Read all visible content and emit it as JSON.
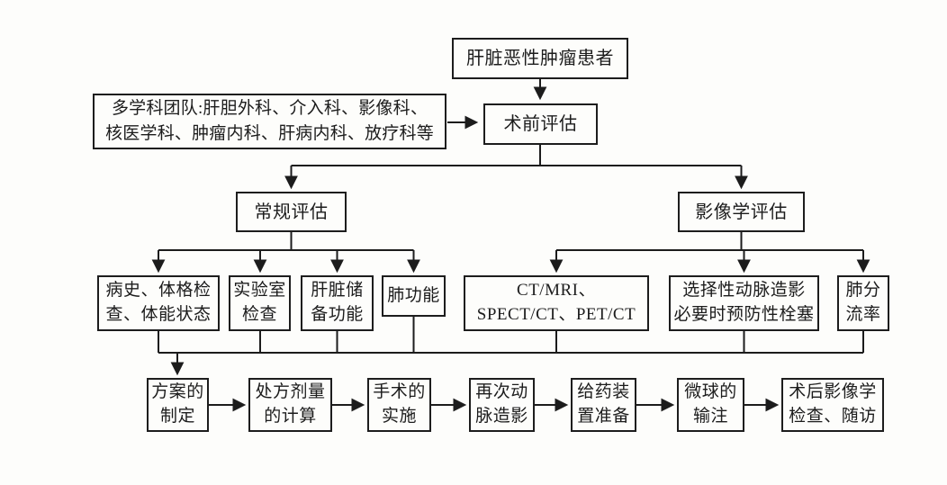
{
  "diagram_type": "flowchart",
  "language": "zh",
  "colors": {
    "background": "#fdfdfb",
    "line": "#1c1c1c",
    "box_border": "#1d1d1d",
    "text": "#1c1c1c"
  },
  "nodes": {
    "patient": {
      "label": "肝脏恶性肿瘤患者"
    },
    "mdt": {
      "label": "多学科团队:肝胆外科、介入科、影像科、\n核医学科、肿瘤内科、肝病内科、放疗科等"
    },
    "preop": {
      "label": "术前评估"
    },
    "routine_eval": {
      "label": "常规评估"
    },
    "imaging_eval": {
      "label": "影像学评估"
    },
    "history": {
      "label": "病史、体格检\n查、体能状态"
    },
    "lab_test": {
      "label": "实验室\n检查"
    },
    "liver_reserve": {
      "label": "肝脏储\n备功能"
    },
    "lung_function": {
      "label": "肺功能"
    },
    "ct_mri": {
      "label": "CT/MRI、\nSPECT/CT、PET/CT"
    },
    "selective_angiography": {
      "label": "选择性动脉造影\n必要时预防性栓塞"
    },
    "lung_shunt": {
      "label": "肺分\n流率"
    },
    "plan": {
      "label": "方案的\n制定"
    },
    "dose_calc": {
      "label": "处方剂量\n的计算"
    },
    "surgery": {
      "label": "手术的\n实施"
    },
    "re_angiography": {
      "label": "再次动\n脉造影"
    },
    "device_prep": {
      "label": "给药装\n置准备"
    },
    "microsphere_infusion": {
      "label": "微球的\n输注"
    },
    "followup": {
      "label": "术后影像学\n检查、随访"
    }
  }
}
